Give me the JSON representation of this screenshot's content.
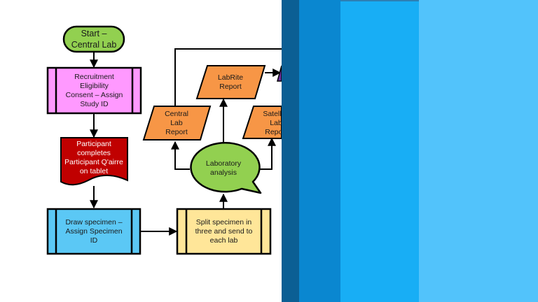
{
  "colors": {
    "start": "#92d050",
    "process_pink": "#ff99ff",
    "document_red": "#c00000",
    "process_blue": "#5bc8f5",
    "process_yellow": "#ffe699",
    "report_orange": "#f79646",
    "decision_purple": "#7030a0",
    "analysis_green": "#92d050",
    "panel_1": "#0b5f94",
    "panel_2": "#0a87d0",
    "panel_3": "#18aef5",
    "panel_4": "#52c3fb"
  },
  "flowchart": {
    "start": "Start –\nCentral Lab",
    "recruitment": "Recruitment\nEligibility\nConsent – Assign\nStudy ID",
    "questionnaire": "Participant\ncompletes\nParticipant Q'airre\non tablet",
    "draw_specimen": "Draw specimen –\nAssign Specimen\nID",
    "split_specimen": "Split specimen in\nthree and send to\neach lab",
    "lab_analysis": "Laboratory\nanalysis",
    "central_report": "Central\nLab\nReport",
    "labrite_report": "LabRite\nReport",
    "satellite_report": "Satellite\nLab\nReport"
  }
}
